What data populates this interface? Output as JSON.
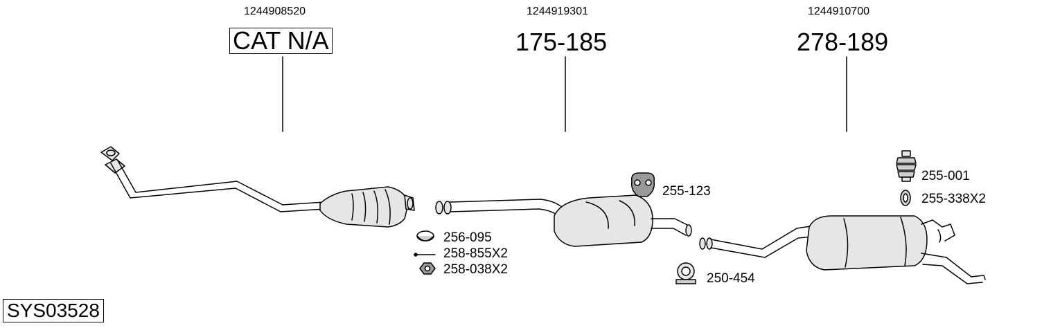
{
  "system_code": "SYS03528",
  "groups": [
    {
      "oem": "1244908520",
      "ref": "CAT N/A"
    },
    {
      "oem": "1244919301",
      "ref": "175-185"
    },
    {
      "oem": "1244910700",
      "ref": "278-189"
    }
  ],
  "accessories": {
    "a256_095": "256-095",
    "a258_855": "258-855X2",
    "a258_038": "258-038X2",
    "a255_123": "255-123",
    "a250_454": "250-454",
    "a255_001": "255-001",
    "a255_338": "255-338X2"
  }
}
